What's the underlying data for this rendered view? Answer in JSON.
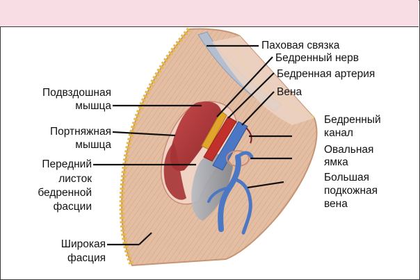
{
  "header": {
    "text": ""
  },
  "colors": {
    "header_band": "#f8dde4",
    "skin": "#e8c3a6",
    "skin_edge": "#c79473",
    "fat_dots": "#e6b84a",
    "muscle": "#b0373a",
    "fascia_gray": "#9a9ea6",
    "nerve": "#e2a52b",
    "artery": "#c2302b",
    "vein": "#4b77c4",
    "ligament": "#b3bfd0"
  },
  "labels": {
    "inguinal_ligament": "Паховая связка",
    "femoral_nerve": "Бедренный нерв",
    "femoral_artery": "Бедренная артерия",
    "vein": "Вена",
    "femoral_canal_1": "Бедренный",
    "femoral_canal_2": "канал",
    "oval_fossa_1": "Овальная",
    "oval_fossa_2": "ямка",
    "great_saphenous_1": "Большая",
    "great_saphenous_2": "подкожная",
    "great_saphenous_3": "вена",
    "iliopsoas_1": "Подвздошная",
    "iliopsoas_2": "мышца",
    "sartorius_1": "Портняжная",
    "sartorius_2": "мышца",
    "fascia_lata_leaf_1": "Передний",
    "fascia_lata_leaf_2": "листок",
    "fascia_lata_leaf_3": "бедренной",
    "fascia_lata_leaf_4": "фасции",
    "fascia_lata_1": "Широкая",
    "fascia_lata_2": "фасция"
  }
}
